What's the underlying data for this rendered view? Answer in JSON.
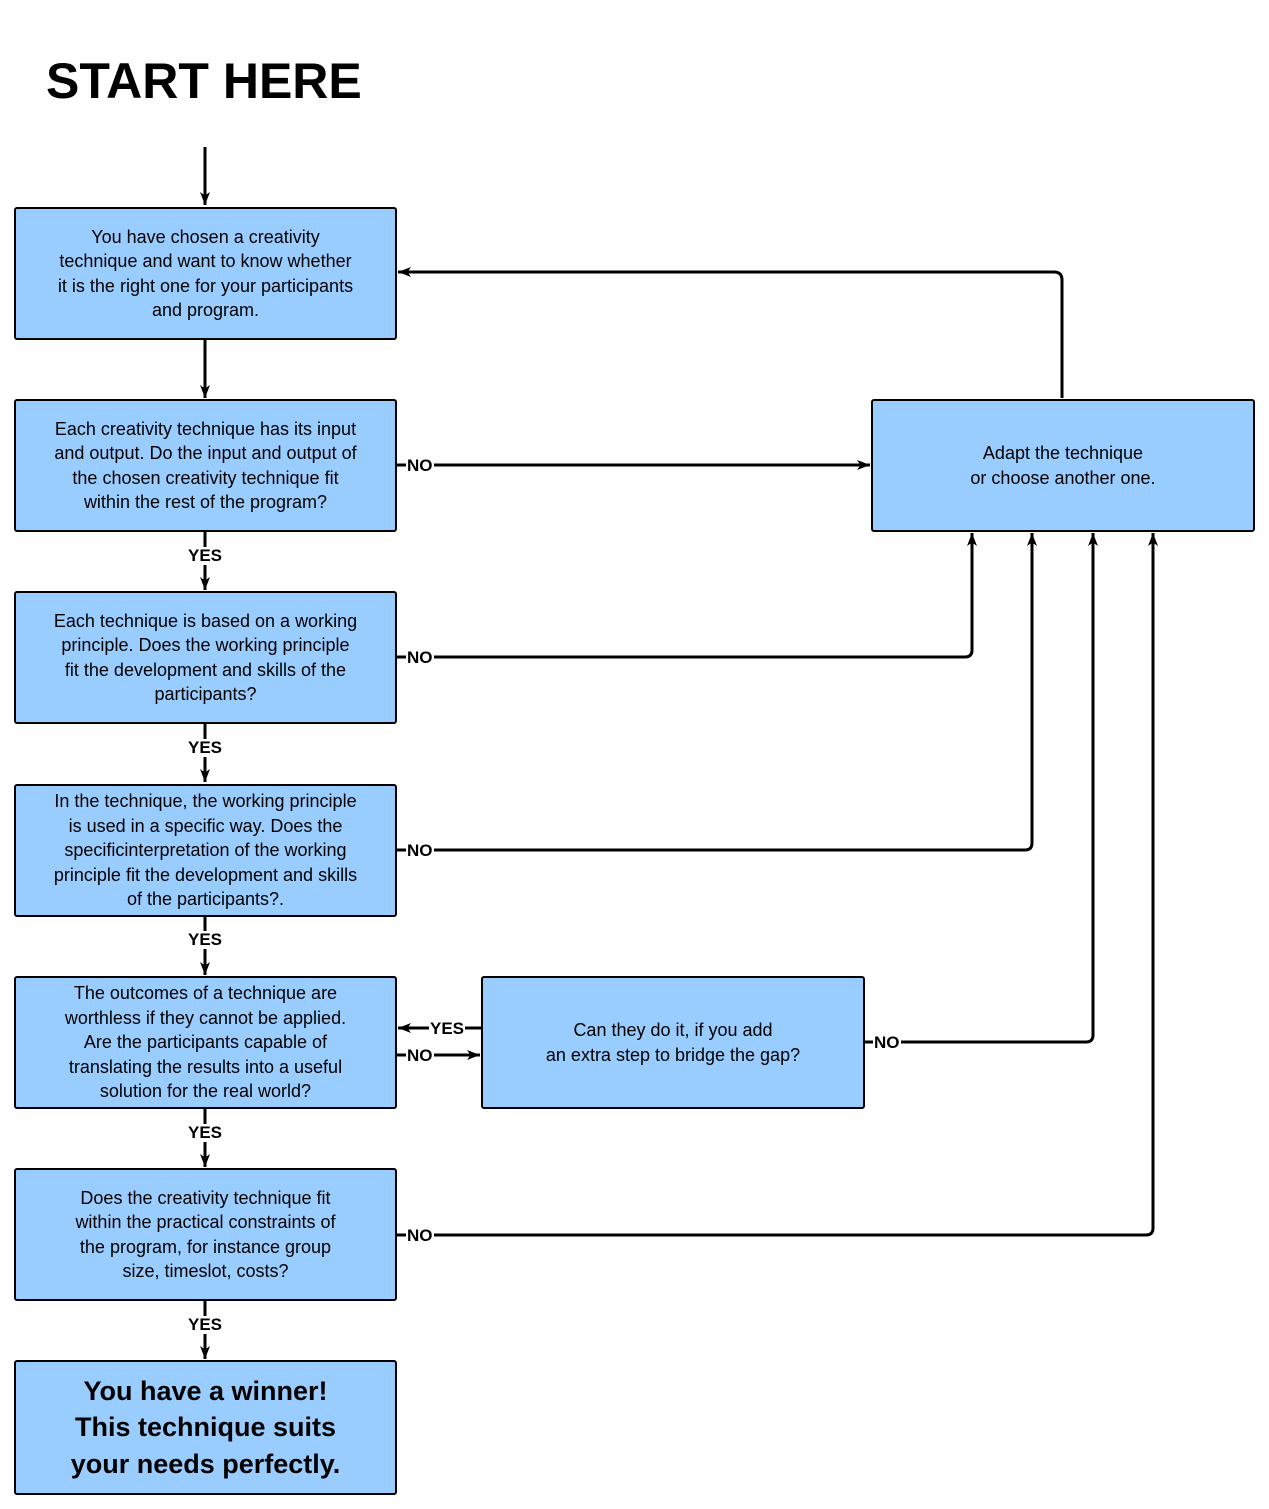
{
  "title": "START HERE",
  "boxes": {
    "start": "You have chosen a creativity\ntechnique and want to know whether\nit is the right one for your participants\nand program.",
    "q1": "Each creativity technique has its input\nand output. Do the input and output of\nthe chosen creativity technique fit\nwithin the rest of the program?",
    "q2": "Each technique is based on a working\nprinciple. Does the working principle\nfit the development and skills of the\nparticipants?",
    "q3": "In the technique, the working principle\nis used in a specific way. Does the\nspecificinterpretation of the working\nprinciple fit the development and skills\nof the participants?.",
    "q4": "The outcomes of a technique are\nworthless if they cannot be applied.\nAre the participants capable of\ntranslating the results into a useful\nsolution for the real world?",
    "q5": "Does the creativity technique fit\nwithin the practical constraints of\nthe program, for instance group\nsize, timeslot, costs?",
    "final": "You have a winner!\nThis technique suits\nyour needs perfectly.",
    "adapt": "Adapt the technique\nor choose another one.",
    "bridge": "Can they do it, if you add\nan extra step to bridge the gap?"
  },
  "labels": {
    "yes": "YES",
    "no": "NO"
  },
  "colors": {
    "box_fill": "#99ccff",
    "line": "#000000"
  }
}
